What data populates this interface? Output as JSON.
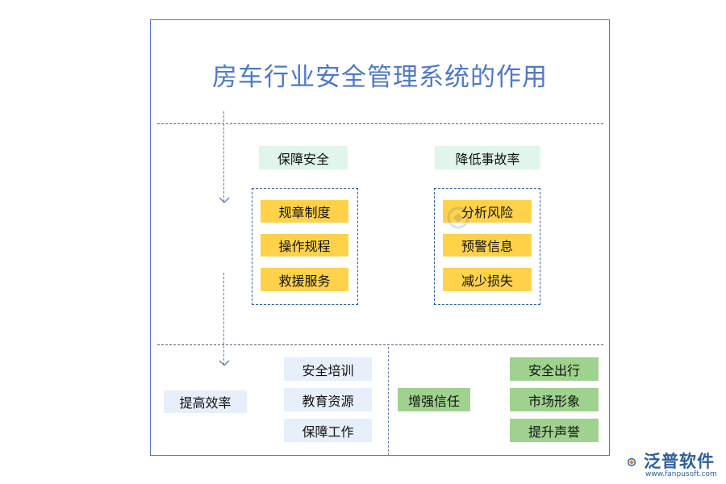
{
  "title": "房车行业安全管理系统的作用",
  "section1": {
    "left": {
      "header": "保障安全",
      "items": [
        "规章制度",
        "操作规程",
        "救援服务"
      ]
    },
    "right": {
      "header": "降低事故率",
      "items": [
        "分析风险",
        "预警信息",
        "减少损失"
      ]
    }
  },
  "section2": {
    "left": {
      "label": "提高效率",
      "items": [
        "安全培训",
        "教育资源",
        "保障工作"
      ]
    },
    "right": {
      "label": "增强信任",
      "items": [
        "安全出行",
        "市场形象",
        "提升声誉"
      ]
    }
  },
  "logo": {
    "name": "泛普软件",
    "url": "www.fanpusoft.com"
  },
  "colors": {
    "frame": "#4f79c9",
    "title": "#4f79c9",
    "mint": "#e1f6ea",
    "yellow": "#ffd24a",
    "pale_blue": "#e6effa",
    "green": "#9fd28e"
  }
}
